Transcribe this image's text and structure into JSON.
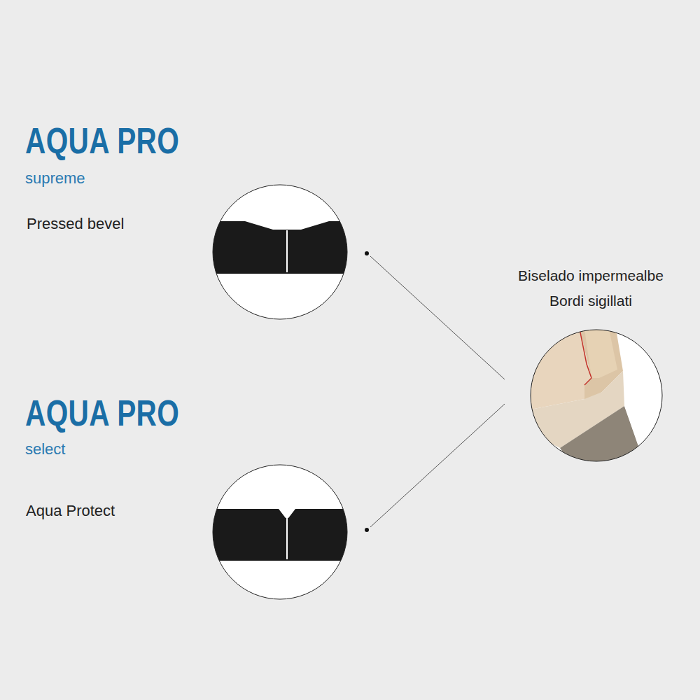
{
  "diagram": {
    "labels": [
      "AQUA PRO",
      "supreme",
      "Pressed bevel",
      "AQUA PRO",
      "select",
      "Aqua Protect",
      "Biselado impermealbe",
      "Bordi sigillati"
    ]
  }
}
